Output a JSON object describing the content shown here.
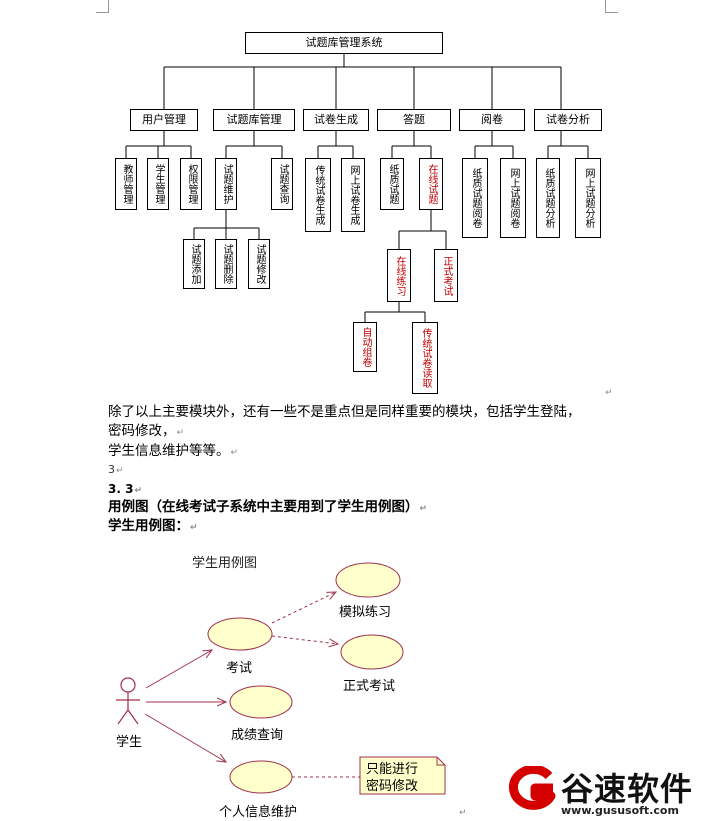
{
  "tree": {
    "root": "试题库管理系统",
    "modules": [
      {
        "label": "用户管理",
        "children": [
          "教师管理",
          "学生管理",
          "权限管理"
        ]
      },
      {
        "label": "试题库管理",
        "children": [
          "试题维护",
          "试题查询"
        ],
        "sub_children": [
          "试题添加",
          "试题删除",
          "试题修改"
        ]
      },
      {
        "label": "试卷生成",
        "children": [
          "传统试卷生成",
          "网上试卷生成"
        ]
      },
      {
        "label": "答题",
        "children": [
          "纸质试题",
          "在线试题"
        ],
        "level3": [
          "在线练习",
          "正式考试"
        ],
        "level4": [
          "自动组卷",
          "传统试卷读取"
        ]
      },
      {
        "label": "阅卷",
        "children": [
          "纸质试题阅卷",
          "网上试题阅卷"
        ]
      },
      {
        "label": "试卷分析",
        "children": [
          "纸质试题分析",
          "网上试题分析"
        ]
      }
    ],
    "highlight_color": "#c00000"
  },
  "text": {
    "line1": "除了以上主要模块外，还有一些不是重点但是同样重要的模块，包括学生登陆，",
    "line2": "密码修改，",
    "line3": "学生信息维护等等。",
    "line4": "3",
    "section": "3. 3",
    "heading1": "用例图（在线考试子系统中主要用到了学生用例图）",
    "heading2": "学生用例图："
  },
  "usecase": {
    "title": "学生用例图",
    "actor": "学生",
    "cases": [
      "考试",
      "成绩查询",
      "个人信息维护",
      "模拟练习",
      "正式考试"
    ],
    "note": [
      "只能进行",
      "密码修改"
    ],
    "ellipse_fill": "#ffffcc",
    "line_color": "#a0304a"
  },
  "watermark": {
    "brand": "谷速软件",
    "url": "www.gususoft.com",
    "color": "#d40000"
  }
}
